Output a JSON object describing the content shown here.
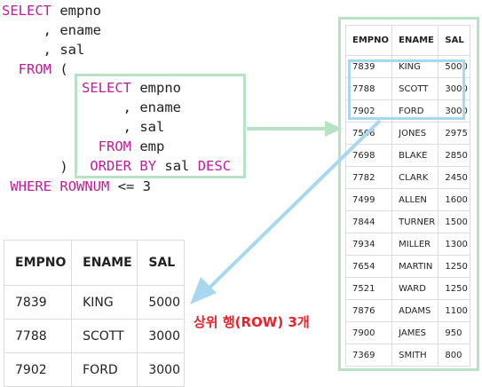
{
  "outer_query": {
    "line1": {
      "kw": "SELECT",
      "rest": " empno"
    },
    "line2": "     , ename",
    "line3": "     , sal",
    "line4": {
      "kw": "FROM",
      "rest": " ("
    },
    "line5": "       )",
    "line6": {
      "kw1": "WHERE",
      "kw2": "ROWNUM",
      "rest": " <= 3"
    }
  },
  "subquery": {
    "line1": {
      "kw": "SELECT",
      "rest": " empno"
    },
    "line2": "     , ename",
    "line3": "     , sal",
    "line4": {
      "kw": "FROM",
      "rest": " emp"
    },
    "line5": {
      "kw1": "ORDER",
      "kw2": "BY",
      "rest": " sal ",
      "kw3": "DESC"
    }
  },
  "sorted_table": {
    "headers": [
      "EMPNO",
      "ENAME",
      "SAL"
    ],
    "rows": [
      [
        "7839",
        "KING",
        "5000"
      ],
      [
        "7788",
        "SCOTT",
        "3000"
      ],
      [
        "7902",
        "FORD",
        "3000"
      ],
      [
        "7566",
        "JONES",
        "2975"
      ],
      [
        "7698",
        "BLAKE",
        "2850"
      ],
      [
        "7782",
        "CLARK",
        "2450"
      ],
      [
        "7499",
        "ALLEN",
        "1600"
      ],
      [
        "7844",
        "TURNER",
        "1500"
      ],
      [
        "7934",
        "MILLER",
        "1300"
      ],
      [
        "7654",
        "MARTIN",
        "1250"
      ],
      [
        "7521",
        "WARD",
        "1250"
      ],
      [
        "7876",
        "ADAMS",
        "1100"
      ],
      [
        "7900",
        "JAMES",
        "950"
      ],
      [
        "7369",
        "SMITH",
        "800"
      ]
    ]
  },
  "result_table": {
    "headers": [
      "EMPNO",
      "ENAME",
      "SAL"
    ],
    "rows": [
      [
        "7839",
        "KING",
        "5000"
      ],
      [
        "7788",
        "SCOTT",
        "3000"
      ],
      [
        "7902",
        "FORD",
        "3000"
      ]
    ]
  },
  "caption": "상위 행(ROW) 3개",
  "colors": {
    "keyword": "#c41a9b",
    "box_border": "#b8e2c4",
    "highlight": "#a8d8ef",
    "caption": "#e8222c"
  }
}
